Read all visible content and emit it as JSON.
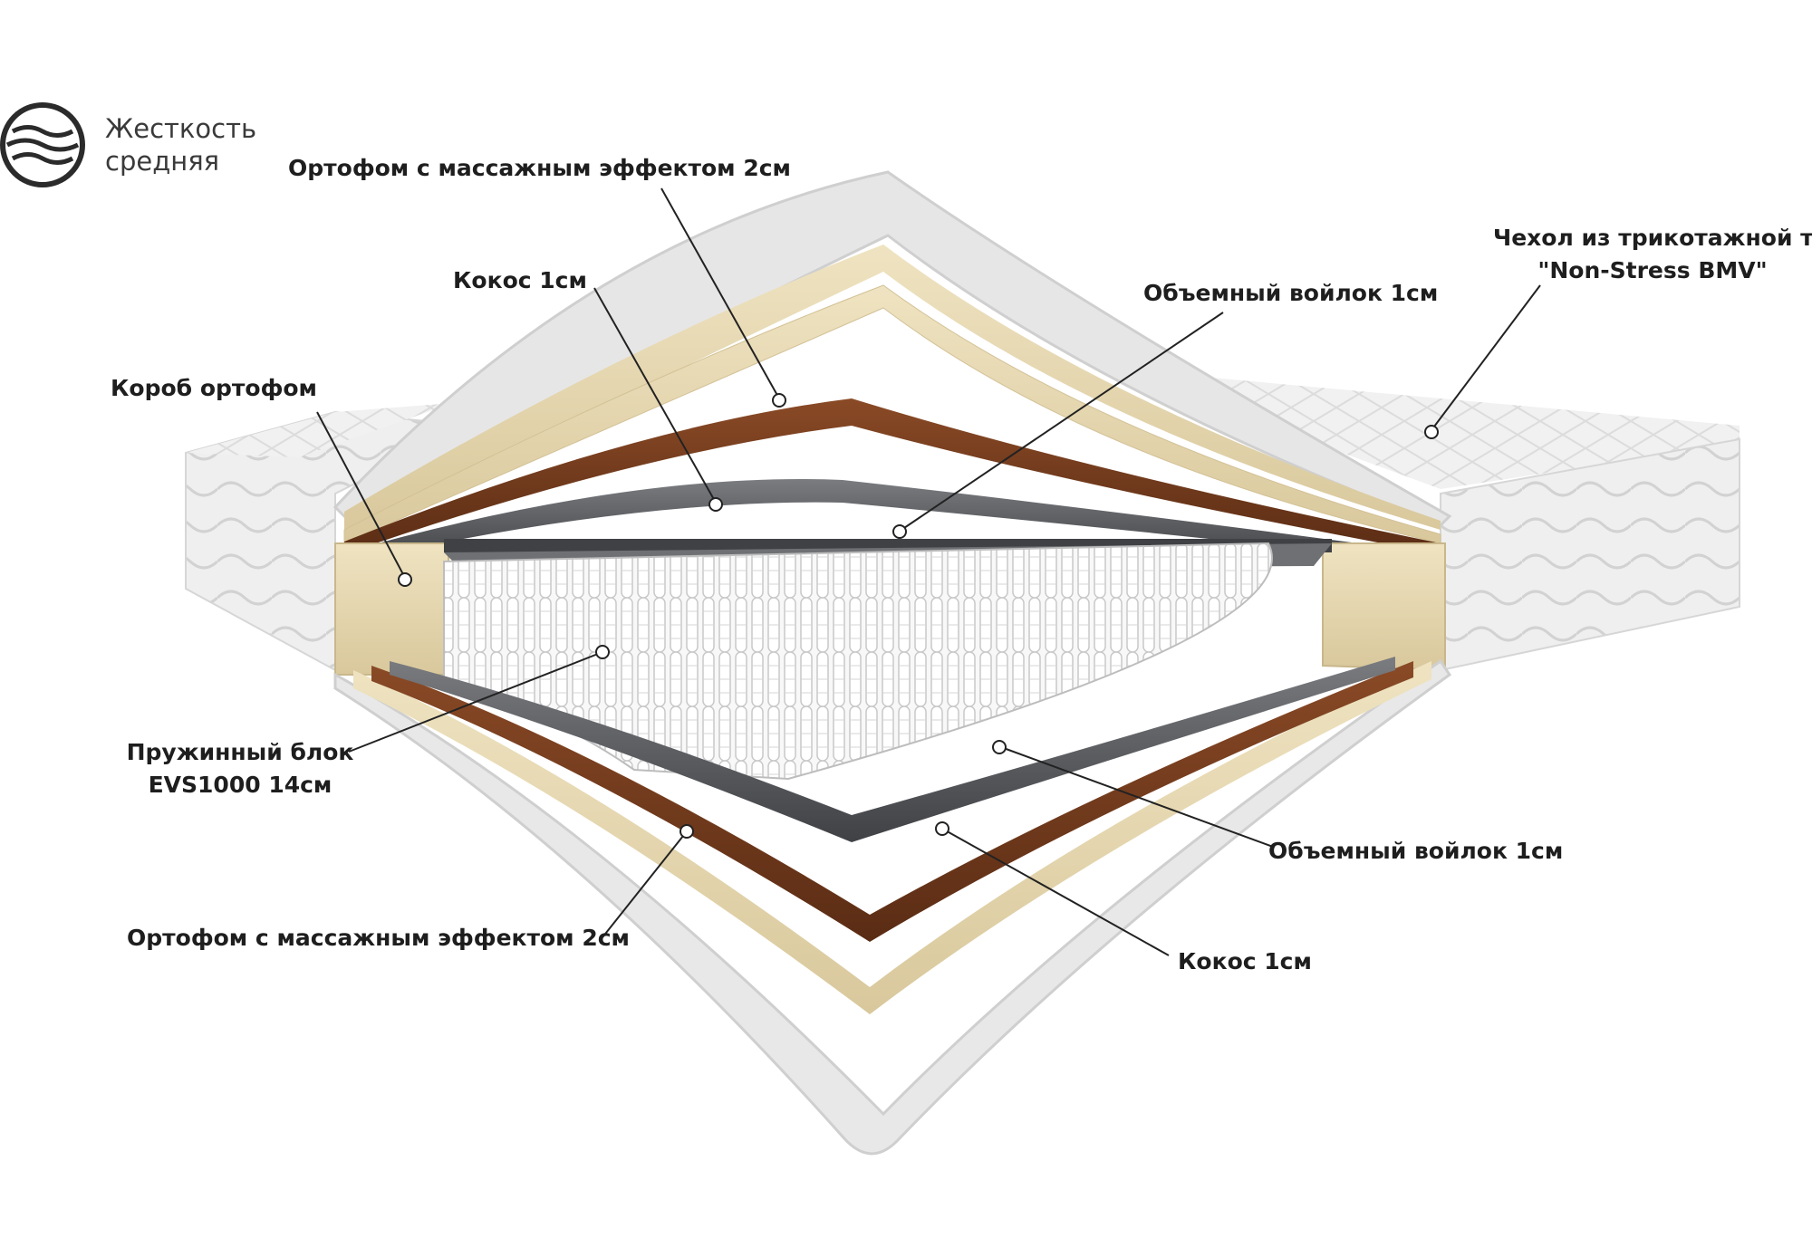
{
  "hardness": {
    "line1": "Жесткость",
    "line2": "средняя",
    "icon": "hardness-wave-icon"
  },
  "labels": {
    "ortofom_top": "Ортофом с массажным эффектом 2см",
    "kokos_top": "Кокос 1см",
    "korob": "Короб ортофом",
    "voilok_top": "Объемный войлок 1см",
    "cover_line1": "Чехол из трикотажной ткани",
    "cover_line2": "\"Non-Stress BMV\"",
    "spring_line1": "Пружинный блок",
    "spring_line2": "EVS1000 14см",
    "voilok_bottom": "Объемный войлок 1см",
    "ortofom_bottom": "Ортофом с массажным эффектом 2см",
    "kokos_bottom": "Кокос 1см"
  },
  "colors": {
    "cover": "#ececec",
    "foam": "#e7d9b3",
    "coconut": "#7a3f1f",
    "felt": "#5b5d61",
    "springs": "#f7f7f7",
    "leader": "#222222"
  }
}
